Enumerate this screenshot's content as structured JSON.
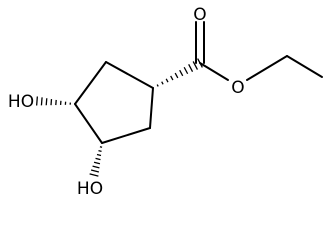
{
  "molecule": {
    "atom_labels": {
      "carbonyl_oxygen": "O",
      "ester_oxygen": "O",
      "hydroxyl_top": "HO",
      "hydroxyl_bottom": "HO"
    },
    "bond_color": "#000000"
  }
}
